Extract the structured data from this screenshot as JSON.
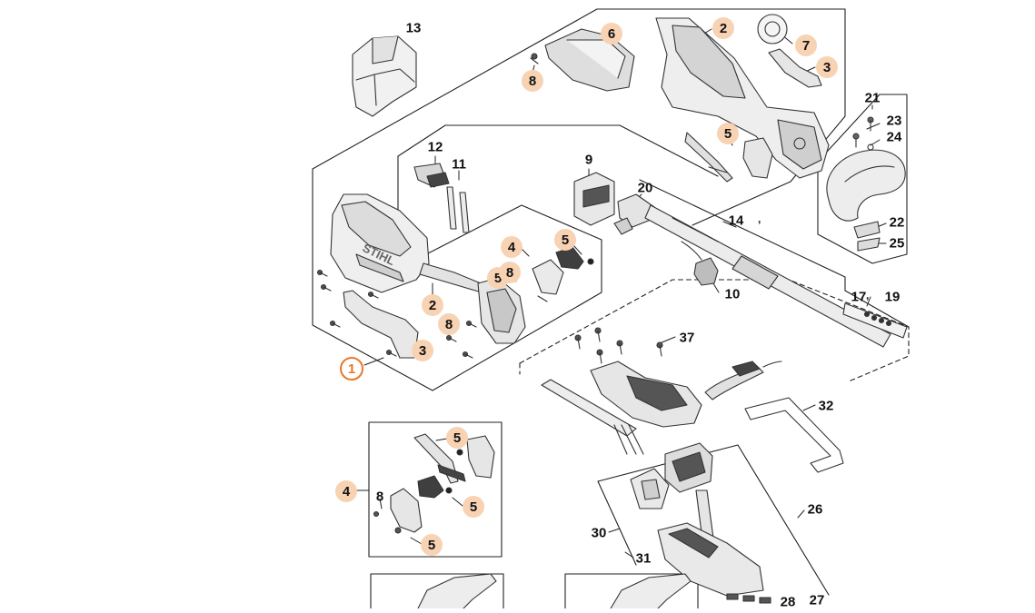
{
  "diagram": {
    "labels": [
      {
        "id": "l13",
        "text": "13",
        "hl": false
      },
      {
        "id": "l6",
        "text": "6",
        "hl": true
      },
      {
        "id": "l8a",
        "text": "8",
        "hl": true
      },
      {
        "id": "l2a",
        "text": "2",
        "hl": true
      },
      {
        "id": "l7",
        "text": "7",
        "hl": true
      },
      {
        "id": "l3a",
        "text": "3",
        "hl": true
      },
      {
        "id": "l5a",
        "text": "5",
        "hl": true
      },
      {
        "id": "l21",
        "text": "21",
        "hl": false
      },
      {
        "id": "l23",
        "text": "23",
        "hl": false
      },
      {
        "id": "l24",
        "text": "24",
        "hl": false
      },
      {
        "id": "l22",
        "text": "22",
        "hl": false
      },
      {
        "id": "l25",
        "text": "25",
        "hl": false
      },
      {
        "id": "l12",
        "text": "12",
        "hl": false
      },
      {
        "id": "l11",
        "text": "11",
        "hl": false
      },
      {
        "id": "l9",
        "text": "9",
        "hl": false
      },
      {
        "id": "l20",
        "text": "20",
        "hl": false
      },
      {
        "id": "l14",
        "text": "14",
        "hl": false
      },
      {
        "id": "l4a",
        "text": "4",
        "hl": true
      },
      {
        "id": "l5b",
        "text": "5",
        "hl": true
      },
      {
        "id": "l5c",
        "text": "5",
        "hl": true
      },
      {
        "id": "l8b",
        "text": "8",
        "hl": true
      },
      {
        "id": "l10",
        "text": "10",
        "hl": false
      },
      {
        "id": "l17",
        "text": "17",
        "hl": false
      },
      {
        "id": "l19",
        "text": "19",
        "hl": false
      },
      {
        "id": "l2b",
        "text": "2",
        "hl": true
      },
      {
        "id": "l8c",
        "text": "8",
        "hl": true
      },
      {
        "id": "l3b",
        "text": "3",
        "hl": true
      },
      {
        "id": "l1",
        "text": "1",
        "hl": true,
        "selected": true
      },
      {
        "id": "l37",
        "text": "37",
        "hl": false
      },
      {
        "id": "l32",
        "text": "32",
        "hl": false
      },
      {
        "id": "l5d",
        "text": "5",
        "hl": true
      },
      {
        "id": "l4b",
        "text": "4",
        "hl": true
      },
      {
        "id": "l8d",
        "text": "8",
        "hl": true
      },
      {
        "id": "l5e",
        "text": "5",
        "hl": true
      },
      {
        "id": "l5f",
        "text": "5",
        "hl": true
      },
      {
        "id": "l26",
        "text": "26",
        "hl": false
      },
      {
        "id": "l30",
        "text": "30",
        "hl": false
      },
      {
        "id": "l31",
        "text": "31",
        "hl": false
      },
      {
        "id": "l28",
        "text": "28",
        "hl": false
      },
      {
        "id": "l27",
        "text": "27",
        "hl": false
      }
    ],
    "ticks": [
      {
        "id": "t1",
        "text": ","
      },
      {
        "id": "t2",
        "text": ","
      }
    ],
    "brand_mark": "STIHL",
    "colors": {
      "line": "#222222",
      "part_fill": "#eeeeee",
      "part_dark": "#444444",
      "callout_fill": "#f7d3b4",
      "callout_selected_border": "#e8772e"
    }
  }
}
